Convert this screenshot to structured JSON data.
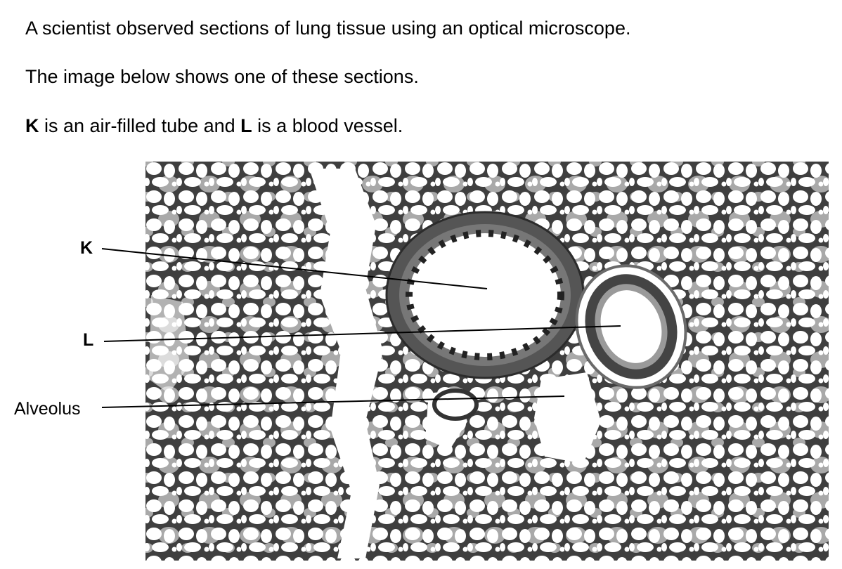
{
  "paragraphs": {
    "p1": "A scientist observed sections of lung tissue using an optical microscope.",
    "p2": "The image below shows one of these sections.",
    "p3_k": "K",
    "p3_mid": " is an air-filled tube and ",
    "p3_l": "L",
    "p3_end": " is a blood vessel."
  },
  "figure": {
    "labels": {
      "k": "K",
      "l": "L",
      "alveolus": "Alveolus"
    }
  }
}
